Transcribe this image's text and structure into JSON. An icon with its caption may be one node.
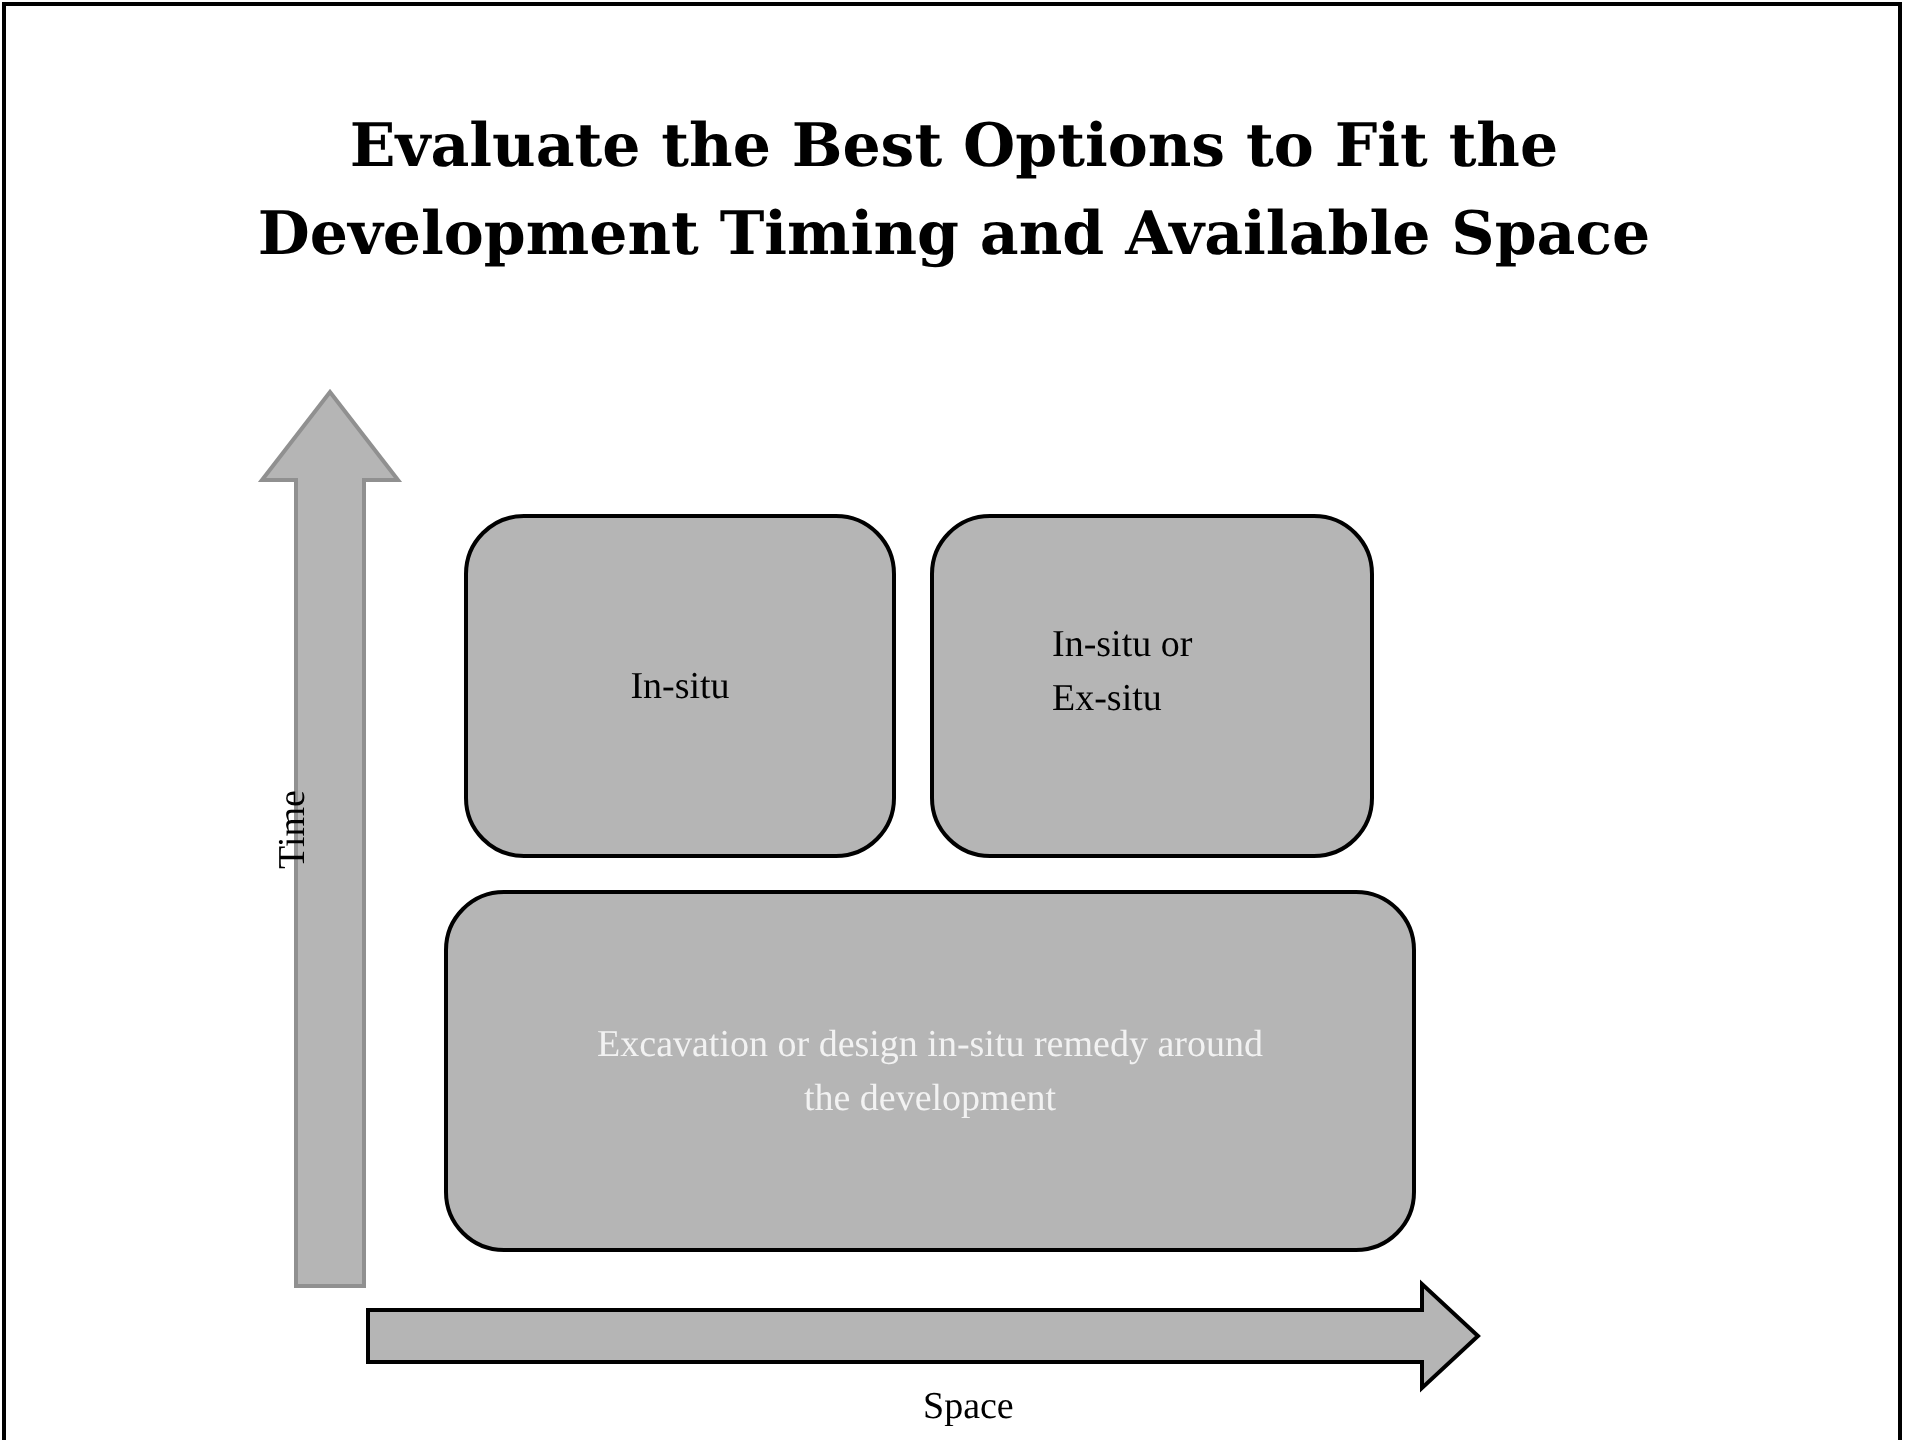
{
  "diagram": {
    "title": "Evaluate the Best Options to Fit the Development Timing and Available Space",
    "nodes": [
      {
        "text": [
          "In-situ"
        ]
      },
      {
        "text": [
          "In-situ or Ex-situ"
        ]
      },
      {
        "text": [
          "Excavation or design in-situ remedy around the development"
        ]
      }
    ],
    "edges": [],
    "labels": [
      "Time",
      "Space"
    ]
  }
}
